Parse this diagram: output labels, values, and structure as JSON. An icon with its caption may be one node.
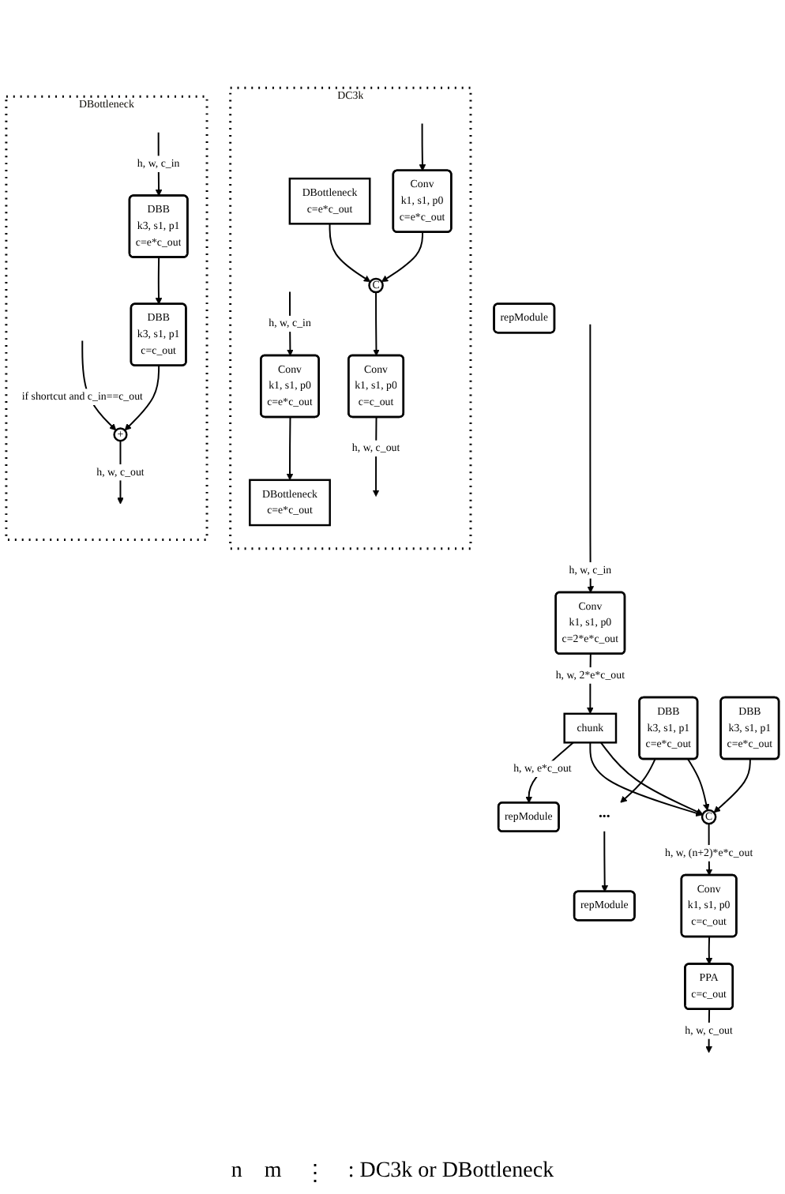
{
  "diagram": {
    "nodes": [
      {
        "text": [
          "Conv",
          "k1, s1, p0",
          "c=2*e*c_out"
        ]
      },
      {
        "text": [
          "chunk"
        ]
      },
      {
        "text": [
          "repModule"
        ]
      },
      {
        "text": [
          "DBB",
          "k3, s1, p1",
          "c=e*c_out"
        ]
      },
      {
        "text": [
          "•••"
        ]
      },
      {
        "text": [
          "repModule"
        ]
      },
      {
        "text": [
          "DBB",
          "k3, s1, p1",
          "c=e*c_out"
        ]
      },
      {
        "text": [
          "C"
        ]
      },
      {
        "text": [
          "Conv",
          "k1, s1, p0",
          "c=c_out"
        ]
      },
      {
        "text": [
          "PPA",
          "c=c_out"
        ]
      },
      {
        "text": [
          "DC3k"
        ]
      },
      {
        "text": [
          "Conv",
          "k1, s1, p0",
          "c=e*c_out"
        ],
        "in": 10
      },
      {
        "text": [
          "Conv",
          "k1, s1, p0",
          "c=e*c_out"
        ],
        "in": 10
      },
      {
        "text": [
          "DBottleneck",
          "c=e*c_out"
        ],
        "in": 10
      },
      {
        "text": [
          "DBottleneck",
          "c=e*c_out"
        ],
        "in": 10
      },
      {
        "text": [
          "C"
        ],
        "in": 10
      },
      {
        "text": [
          "Conv",
          "k1, s1, p0",
          "c=c_out"
        ],
        "in": 10
      },
      {
        "text": [
          "DBottleneck"
        ]
      },
      {
        "text": [
          "DBB",
          "k3, s1, p1",
          "c=e*c_out"
        ],
        "in": 17
      },
      {
        "text": [
          "DBB",
          "k3, s1, p1",
          "c=c_out"
        ],
        "in": 17
      },
      {
        "text": [
          "+"
        ],
        "in": 17
      },
      {
        "text": [
          "repModule"
        ]
      }
    ],
    "edges": [
      {
        "from": null,
        "to": 0,
        "arrow": "to",
        "label": "h, w, c_in"
      },
      {
        "from": 0,
        "to": 1,
        "arrow": "to",
        "label": "h, w, 2*e*c_out"
      },
      {
        "from": 1,
        "to": 2,
        "arrow": "to",
        "label": "h, w, e*c_out"
      },
      {
        "from": 3,
        "to": 4,
        "arrow": "to"
      },
      {
        "from": 4,
        "to": 5,
        "arrow": "to"
      },
      {
        "from": 6,
        "to": 7,
        "arrow": "to"
      },
      {
        "from": 1,
        "to": 7,
        "arrow": "to"
      },
      {
        "from": 1,
        "to": 7,
        "arrow": "to"
      },
      {
        "from": 3,
        "to": 7,
        "arrow": "to"
      },
      {
        "from": 7,
        "to": 8,
        "arrow": "to",
        "label": "h, w, (n+2)*e*c_out"
      },
      {
        "from": 8,
        "to": 9,
        "arrow": "to"
      },
      {
        "from": 9,
        "to": null,
        "arrow": "to",
        "label": "h, w, c_out"
      },
      {
        "from": null,
        "to": 11,
        "arrow": "to",
        "label": "h, w, c_in"
      },
      {
        "from": null,
        "to": 12,
        "arrow": "to"
      },
      {
        "from": 11,
        "to": 13,
        "arrow": "to"
      },
      {
        "from": 14,
        "to": 15,
        "arrow": "to"
      },
      {
        "from": 12,
        "to": 15,
        "arrow": "to"
      },
      {
        "from": 15,
        "to": 16,
        "arrow": "to"
      },
      {
        "from": 16,
        "to": null,
        "arrow": "to",
        "label": "h, w, c_out"
      },
      {
        "from": null,
        "to": 18,
        "arrow": "to",
        "label": "h, w, c_in"
      },
      {
        "from": null,
        "to": 20,
        "arrow": "to",
        "label": "if shortcut and c_in==c_out"
      },
      {
        "from": 18,
        "to": 19,
        "arrow": "to"
      },
      {
        "from": 19,
        "to": 20,
        "arrow": "to"
      },
      {
        "from": 20,
        "to": null,
        "arrow": "to",
        "label": "h, w, c_out"
      }
    ],
    "labels": [
      "n",
      "m",
      "⋮",
      ": DC3k or DBottleneck"
    ]
  }
}
